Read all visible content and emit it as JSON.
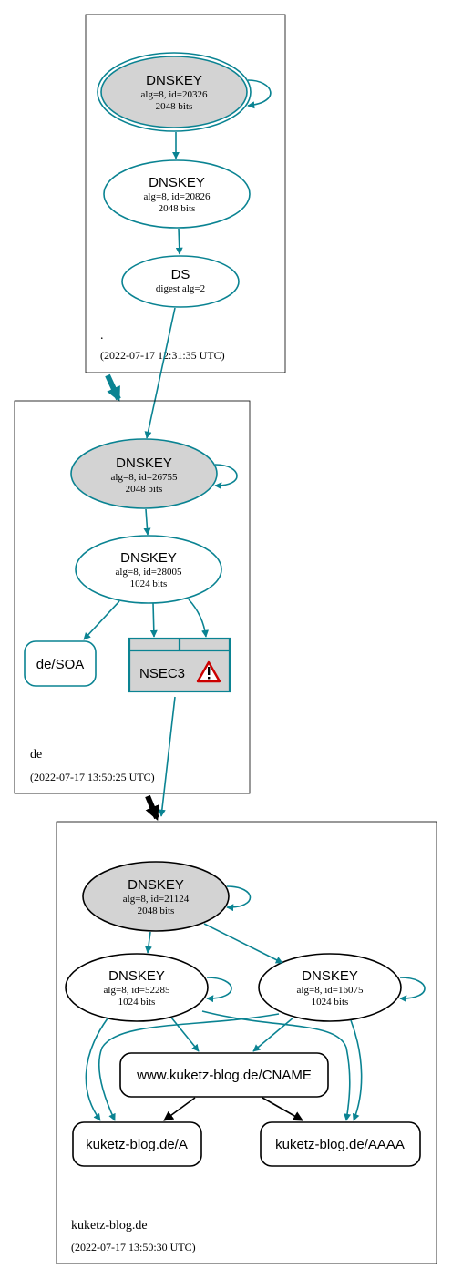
{
  "colors": {
    "teal": "#0a8392",
    "black": "#000000",
    "node_fill_gray": "#d3d3d3",
    "warning_red": "#cc0000"
  },
  "zones": {
    "root": {
      "name": ".",
      "timestamp": "(2022-07-17 12:31:35 UTC)",
      "ksk": {
        "title": "DNSKEY",
        "line1": "alg=8, id=20326",
        "line2": "2048 bits"
      },
      "zsk": {
        "title": "DNSKEY",
        "line1": "alg=8, id=20826",
        "line2": "2048 bits"
      },
      "ds": {
        "title": "DS",
        "line1": "digest alg=2"
      }
    },
    "de": {
      "name": "de",
      "timestamp": "(2022-07-17 13:50:25 UTC)",
      "ksk": {
        "title": "DNSKEY",
        "line1": "alg=8, id=26755",
        "line2": "2048 bits"
      },
      "zsk": {
        "title": "DNSKEY",
        "line1": "alg=8, id=28005",
        "line2": "1024 bits"
      },
      "soa": "de/SOA",
      "nsec3": "NSEC3",
      "nsec3_icon": "warning-icon"
    },
    "kuketz": {
      "name": "kuketz-blog.de",
      "timestamp": "(2022-07-17 13:50:30 UTC)",
      "ksk": {
        "title": "DNSKEY",
        "line1": "alg=8, id=21124",
        "line2": "2048 bits"
      },
      "zsk1": {
        "title": "DNSKEY",
        "line1": "alg=8, id=52285",
        "line2": "1024 bits"
      },
      "zsk2": {
        "title": "DNSKEY",
        "line1": "alg=8, id=16075",
        "line2": "1024 bits"
      },
      "cname": "www.kuketz-blog.de/CNAME",
      "a": "kuketz-blog.de/A",
      "aaaa": "kuketz-blog.de/AAAA"
    }
  }
}
